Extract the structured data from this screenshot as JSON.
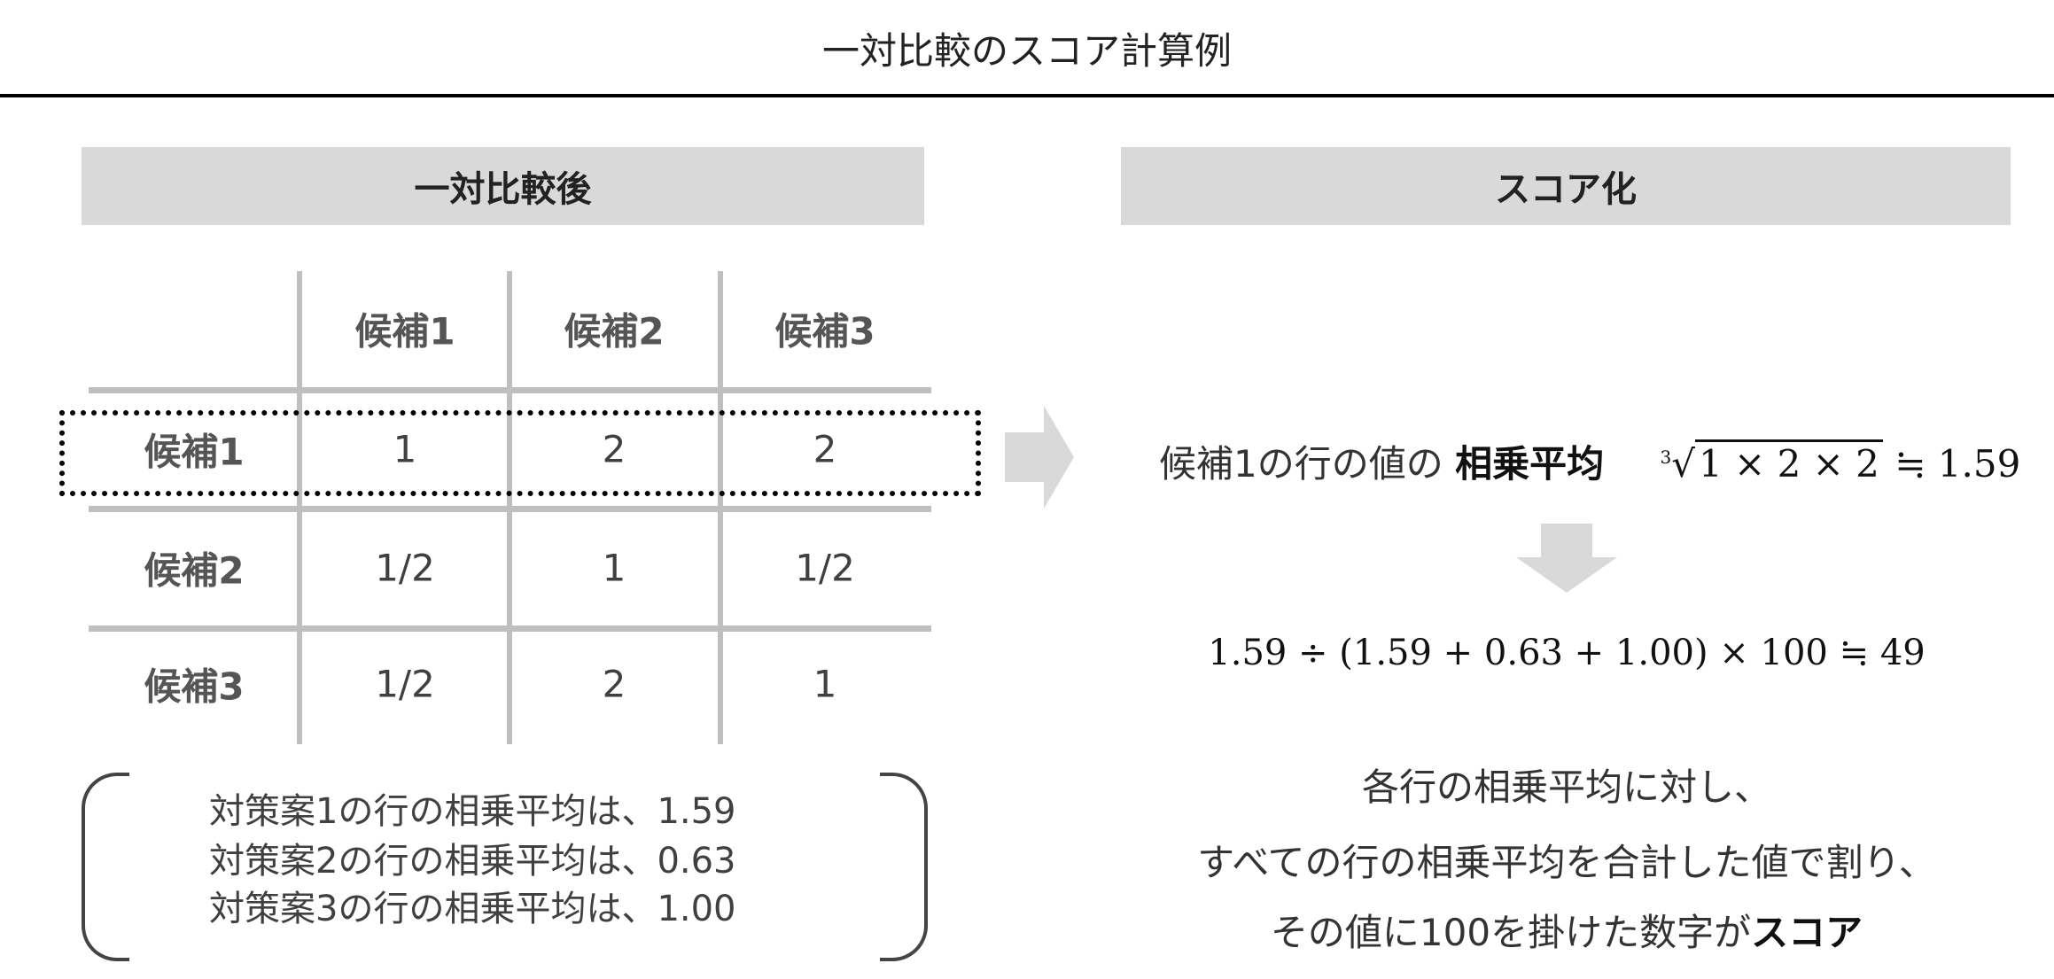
{
  "title": "一対比較のスコア計算例",
  "left_header": "一対比較後",
  "right_header": "スコア化",
  "matrix": {
    "columns": [
      "候補1",
      "候補2",
      "候補3"
    ],
    "rows": [
      {
        "label": "候補1",
        "values": [
          "1",
          "2",
          "2"
        ]
      },
      {
        "label": "候補2",
        "values": [
          "1/2",
          "1",
          "1/2"
        ]
      },
      {
        "label": "候補3",
        "values": [
          "1/2",
          "2",
          "1"
        ]
      }
    ]
  },
  "notes": [
    "対策案1の行の相乗平均は、1.59",
    "対策案2の行の相乗平均は、0.63",
    "対策案3の行の相乗平均は、1.00"
  ],
  "equation1": {
    "prefix": "候補1の行の値の ",
    "emphasis": "相乗平均",
    "root_index": "3",
    "radicand": "1 × 2 × 2",
    "result": " ≒ 1.59"
  },
  "equation2": "1.59 ÷ (1.59 + 0.63 + 1.00) × 100 ≒ 49",
  "explanation": {
    "line1": "各行の相乗平均に対し、",
    "line2": "すべての行の相乗平均を合計した値で割り、",
    "line3_prefix": "その値に100を掛けた数字が",
    "line3_emphasis": "スコア"
  },
  "colors": {
    "header_bg": "#d9d9d9",
    "grid": "#bfbfbf",
    "arrow": "#d9d9d9"
  }
}
